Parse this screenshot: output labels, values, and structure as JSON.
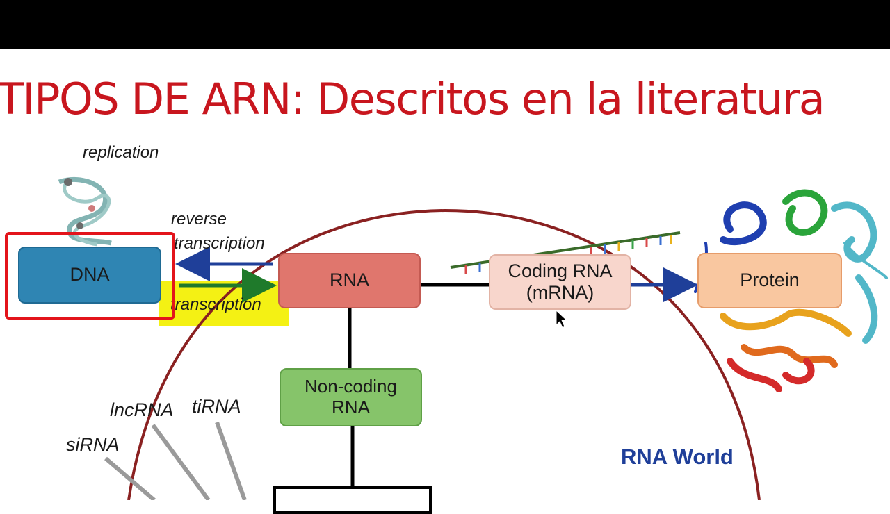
{
  "header": {
    "title": "TIPOS DE ARN: Descritos en la literatura"
  },
  "diagram": {
    "process_labels": {
      "replication": "replication",
      "reverse_transcription_line1": "reverse",
      "reverse_transcription_line2": "transcription",
      "transcription": "transcription"
    },
    "nodes": {
      "dna": "DNA",
      "rna": "RNA",
      "coding_rna_line1": "Coding RNA",
      "coding_rna_line2": "(mRNA)",
      "protein": "Protein",
      "noncoding_rna_line1": "Non-coding",
      "noncoding_rna_line2": "RNA"
    },
    "rna_types": {
      "lncrna": "lncRNA",
      "tirna": "tiRNA",
      "sirna": "siRNA"
    },
    "region_label": "RNA World"
  },
  "colors": {
    "title": "#c8161e",
    "dna_box": "#2f85b3",
    "rna_box": "#e0766d",
    "coding_box": "#f8d6cc",
    "protein_box": "#f9c7a0",
    "noncoding_box": "#86c46a",
    "arrow_blue": "#1f3f99",
    "arrow_green": "#1f7a2b",
    "highlight": "#f4f114",
    "selection_outline": "#e3141b",
    "circle": "#8a2121"
  }
}
